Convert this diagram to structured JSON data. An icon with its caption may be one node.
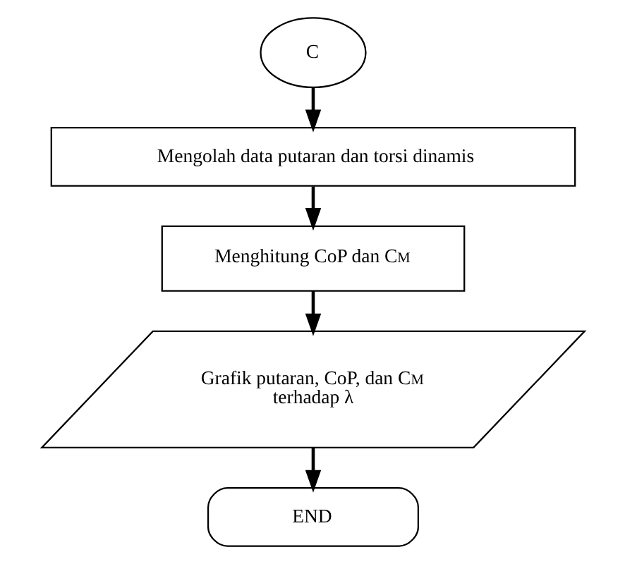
{
  "diagram": {
    "nodes": [
      {
        "text": [
          "C"
        ]
      },
      {
        "text": [
          "Mengolah data putaran dan torsi dinamis"
        ]
      },
      {
        "text": [
          "Menghitung CoP dan C$_{M}$"
        ]
      },
      {
        "text": [
          "Grafik putaran, CoP, dan C$_{M}$ terhadap λ"
        ]
      },
      {
        "text": [
          "END"
        ]
      }
    ],
    "edges": [
      {
        "from": 0,
        "to": 1,
        "arrow": "to"
      },
      {
        "from": 1,
        "to": 2,
        "arrow": "to"
      },
      {
        "from": 2,
        "to": 3,
        "arrow": "to"
      },
      {
        "from": 3,
        "to": 4,
        "arrow": "to"
      }
    ]
  }
}
